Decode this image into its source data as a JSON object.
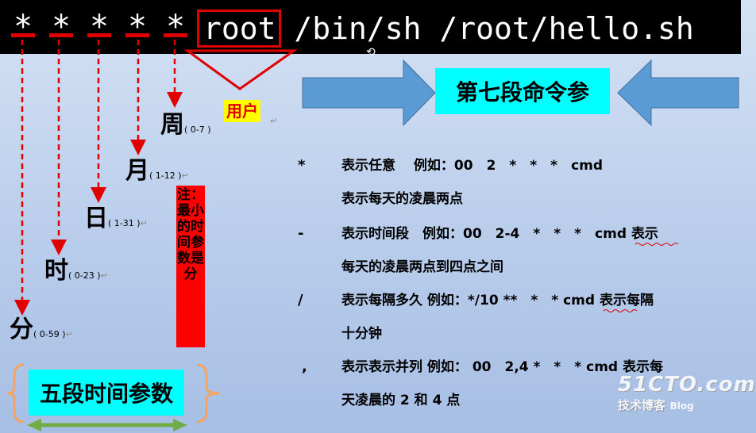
{
  "command_bar": {
    "stars": [
      "*",
      "*",
      "*",
      "*",
      "*"
    ],
    "command": "root /bin/sh /root/hello.sh"
  },
  "time_fields": [
    {
      "label": "分",
      "range": "( 0-59 )"
    },
    {
      "label": "时",
      "range": "( 0-23 )"
    },
    {
      "label": "日",
      "range": "( 1-31 )"
    },
    {
      "label": "月",
      "range": "( 1-12 )"
    },
    {
      "label": "周",
      "range": "( 0-7 )"
    }
  ],
  "user_tag": "用户",
  "seventh_field": "第七段命令参",
  "five_fields": "五段时间参数",
  "note": "注：最小的时间参数是分",
  "symbols": [
    {
      "symbol": "*",
      "line1": "表示任意 　例如：00　2　*　*　*　cmd",
      "line2": "表示每天的凌晨两点"
    },
    {
      "symbol": "-",
      "line1": "表示时间段　例如：00　2-4　*　*　*　cmd 表示",
      "line2": "每天的凌晨两点到四点之间"
    },
    {
      "symbol": "/",
      "line1": "表示每隔多久 例如：*/10 **　*　* cmd 表示每隔",
      "line2": "十分钟"
    },
    {
      "symbol": ",",
      "line1": "表示表示并列 例如： 00　2,4 *　*　* cmd 表示每",
      "line2": "天凌晨的 2 和 4 点"
    }
  ],
  "watermark": {
    "logo": "51CTO.com",
    "sub": "技术博客",
    "blog": "Blog"
  },
  "colors": {
    "arrow_red": "#e00000",
    "cyan_box": "#00ffff",
    "blue_arrow": "#5b9bd5",
    "brace_orange": "#f4a460",
    "green_arrow": "#70ad47"
  }
}
